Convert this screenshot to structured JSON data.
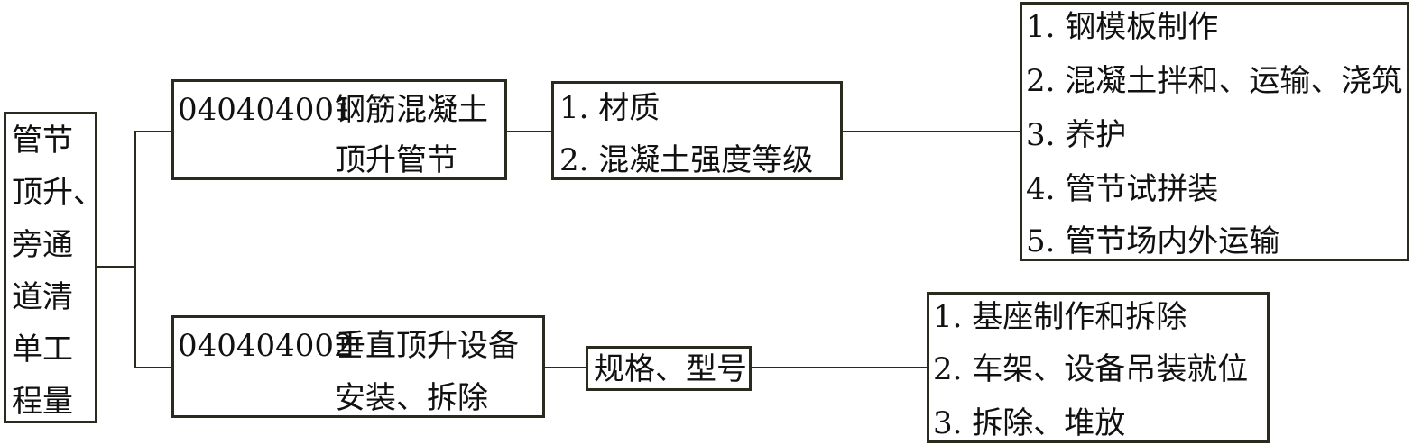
{
  "root": {
    "lines": [
      "管节",
      "顶升、",
      "旁通",
      "道清",
      "单工",
      "程量"
    ]
  },
  "items": [
    {
      "code": "040404001",
      "name_lines": [
        "钢筋混凝土",
        "顶升管节"
      ],
      "features": [
        "1.  材质",
        "2.  混凝土强度等级"
      ],
      "works": [
        "1.  钢模板制作",
        "2.  混凝土拌和、运输、浇筑",
        "3.  养护",
        "4.  管节试拼装",
        "5.  管节场内外运输"
      ]
    },
    {
      "code": "040404002",
      "name_lines": [
        "垂直顶升设备",
        "安装、拆除"
      ],
      "features": [
        "规格、型号"
      ],
      "works": [
        "1.  基座制作和拆除",
        "2.  车架、设备吊装就位",
        "3.  拆除、堆放"
      ]
    }
  ]
}
